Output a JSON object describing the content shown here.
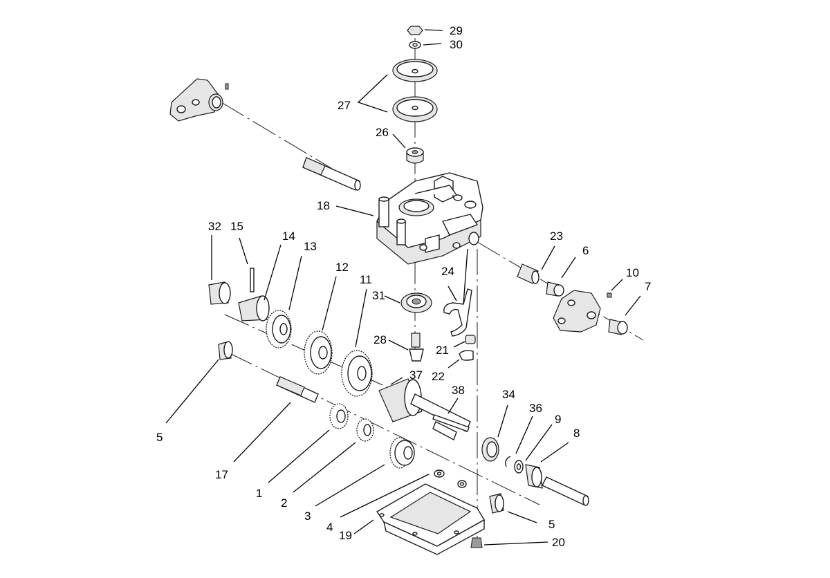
{
  "diagram": {
    "callouts": {
      "c29": "29",
      "c30": "30",
      "c27": "27",
      "c26": "26",
      "c18": "18",
      "c32": "32",
      "c15": "15",
      "c14": "14",
      "c13": "13",
      "c12": "12",
      "c11": "11",
      "c31": "31",
      "c28": "28",
      "c24": "24",
      "c21": "21",
      "c22": "22",
      "c23": "23",
      "c6": "6",
      "c10": "10",
      "c7": "7",
      "c37": "37",
      "c38": "38",
      "c34": "34",
      "c36": "36",
      "c9": "9",
      "c8": "8",
      "c5a": "5",
      "c17": "17",
      "c1": "1",
      "c2": "2",
      "c3": "3",
      "c4": "4",
      "c19": "19",
      "c5b": "5",
      "c20": "20"
    }
  }
}
